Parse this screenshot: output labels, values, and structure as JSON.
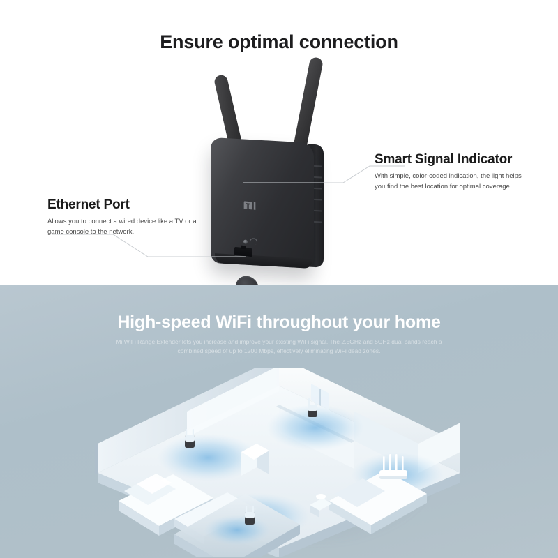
{
  "top_panel": {
    "heading": "Ensure optimal connection",
    "callouts": [
      {
        "id": "ethernet-port",
        "title": "Ethernet Port",
        "description": "Allows you to connect a wired device like a TV or a game console to the network."
      },
      {
        "id": "smart-signal-indicator",
        "title": "Smart Signal Indicator",
        "description": "With simple, color-coded indication, the light helps you find the best location for optimal coverage."
      }
    ],
    "device": {
      "name": "Mi WiFi Range Extender",
      "brand_logo": "mi-logo",
      "antennas": 2,
      "indicator_lights": 2,
      "button": "wps-button",
      "port": "ethernet-port"
    }
  },
  "bottom_panel": {
    "heading": "High-speed WiFi throughout your home",
    "subtitle": "Mi WiFi Range Extender lets you increase and improve your existing WiFi signal. The 2.5GHz and 5GHz dual bands reach a combined speed of up to 1200 Mbps, effectively eliminating WiFi dead zones.",
    "scene": {
      "name": "isometric-home-cutaway",
      "extenders": 3,
      "routers": 1,
      "rooms": [
        "bedroom",
        "living-room",
        "hallway",
        "second-bedroom"
      ]
    }
  },
  "colors": {
    "top_background": "#ffffff",
    "bottom_background": "#aebfc9",
    "heading_dark": "#1d1d1f",
    "heading_light": "#ffffff",
    "body_text": "#4a4a4a",
    "device_dark": "#2e2f33",
    "signal_blue": "#7fb4e3",
    "leader_line": "#c8ccd0"
  }
}
